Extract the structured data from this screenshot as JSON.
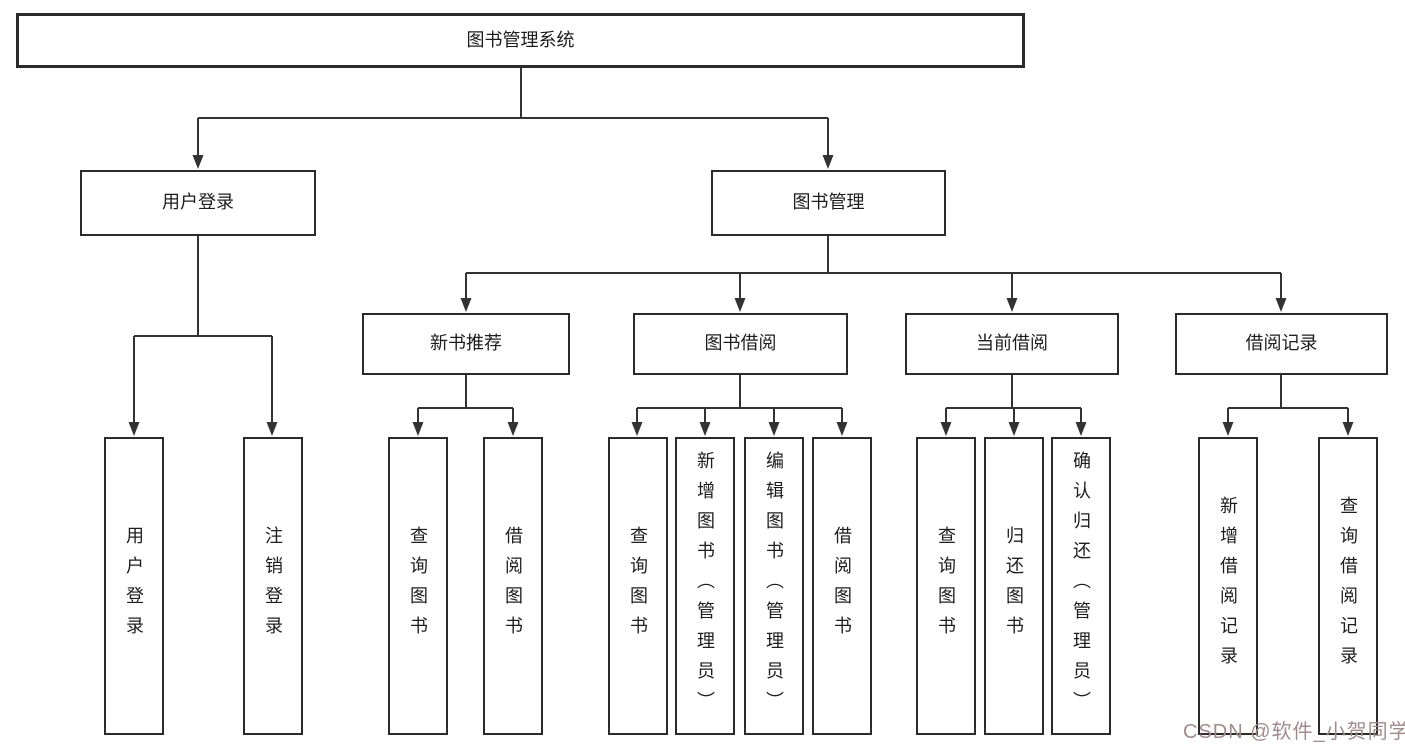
{
  "tree": {
    "root": "图书管理系统",
    "children": [
      {
        "label": "用户登录",
        "children": [
          {
            "label": "用户登录"
          },
          {
            "label": "注销登录"
          }
        ]
      },
      {
        "label": "图书管理",
        "children": [
          {
            "label": "新书推荐",
            "children": [
              {
                "label": "查询图书"
              },
              {
                "label": "借阅图书"
              }
            ]
          },
          {
            "label": "图书借阅",
            "children": [
              {
                "label": "查询图书"
              },
              {
                "label": "新增图书（管理员）"
              },
              {
                "label": "编辑图书（管理员）"
              },
              {
                "label": "借阅图书"
              }
            ]
          },
          {
            "label": "当前借阅",
            "children": [
              {
                "label": "查询图书"
              },
              {
                "label": "归还图书"
              },
              {
                "label": "确认归还（管理员）"
              }
            ]
          },
          {
            "label": "借阅记录",
            "children": [
              {
                "label": "新增借阅记录"
              },
              {
                "label": "查询借阅记录"
              }
            ]
          }
        ]
      }
    ]
  },
  "watermark": {
    "text": "CSDN @软件_小贺同学"
  },
  "colors": {
    "background": "#ffffff",
    "line": "#333333",
    "box_border": "#2b2b2b",
    "text": "#1d1d1d",
    "watermark": "#a08c8c"
  }
}
